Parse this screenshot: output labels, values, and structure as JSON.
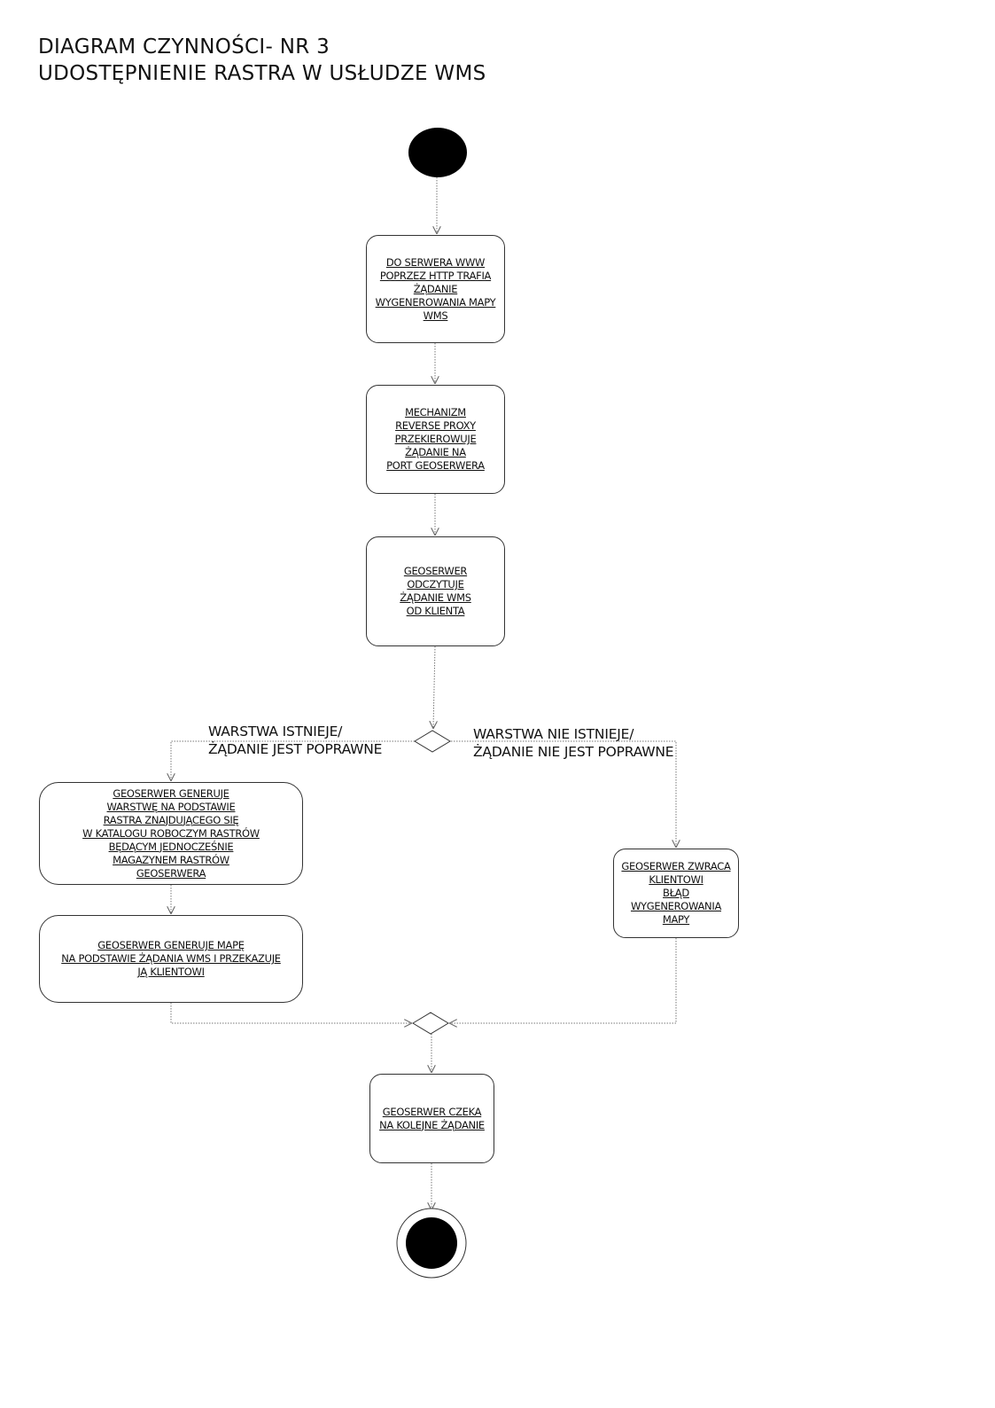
{
  "title": {
    "line1": "DIAGRAM CZYNNOŚCI- NR 3",
    "line2": "UDOSTĘPNIENIE RASTRA W USŁUDZE WMS"
  },
  "nodes": {
    "request": "DO SERWERA WWW \nPOPRZEZ HTTP TRAFIA\nŻĄDANIE \nWYGENEROWANIA MAPY\nWMS",
    "proxy": "MECHANIZM \nREVERSE PROXY\n PRZEKIEROWUJE\nŻĄDANIE NA \nPORT GEOSERWERA",
    "read": "GEOSERWER\nODCZYTUJE \nŻĄDANIE WMS\n OD KLIENTA",
    "generate_layer": "GEOSERWER GENERUJE\nWARSTWĘ NA PODSTAWIE\nRASTRA ZNAJDUJĄCEGO SIĘ\nW KATALOGU ROBOCZYM RASTRÓW\nBĘDĄCYM JEDNOCZEŚNIE\nMAGAZYNEM RASTRÓW \nGEOSERWERA",
    "generate_map": "GEOSERWER GENERUJE MAPĘ\nNA PODSTAWIE ŻĄDANIA WMS I PRZEKAZUJE\nJĄ KLIENTOWI",
    "error": "GEOSERWER ZWRACA\nKLIENTOWI\nBŁĄD\nWYGENEROWANIA\nMAPY",
    "wait": "GEOSERWER CZEKA\nNA KOLEJNE ŻĄDANIE"
  },
  "guards": {
    "yes": "WARSTWA ISTNIEJE/\nŻĄDANIE JEST POPRAWNE",
    "no": "WARSTWA NIE ISTNIEJE/\nŻĄDANIE NIE JEST POPRAWNE"
  }
}
